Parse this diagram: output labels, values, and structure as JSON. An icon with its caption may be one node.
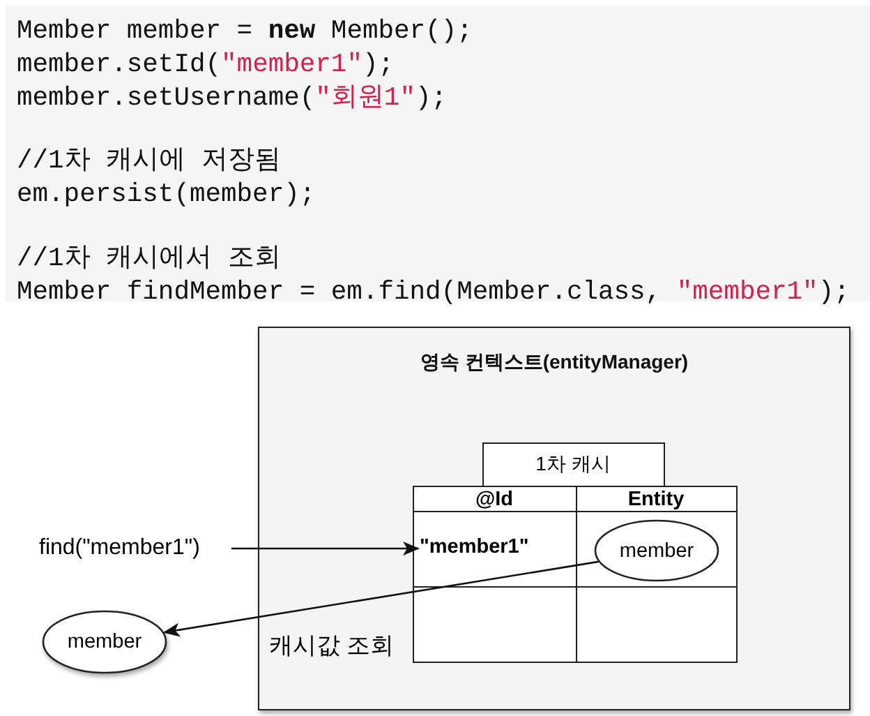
{
  "diagram": {
    "nodes": [
      {
        "text": [
          "영속 컨텍스트(entityManager)"
        ]
      },
      {
        "text": [
          "1차 캐시"
        ],
        "in": 0
      },
      {
        "text": [
          "@Id",
          "Entity"
        ],
        "in": 0
      },
      {
        "text": [
          "\"member1\""
        ],
        "in": 2
      },
      {
        "text": [
          "member"
        ],
        "in": 2
      },
      {
        "text": [
          "find(\"member1\")"
        ]
      },
      {
        "text": [
          "member"
        ]
      }
    ],
    "edges": [
      {
        "from": 5,
        "to": 3,
        "arrow": "to"
      },
      {
        "from": 4,
        "to": 6,
        "arrow": "to",
        "label": "캐시값 조회"
      }
    ],
    "labels": [
      "Member member = **new** Member();",
      "member.setId(\"member1\");",
      "member.setUsername(\"회원1\");",
      "//1차 캐시에 저장됨",
      "em.persist(member);",
      "//1차 캐시에서 조회",
      "Member findMember = em.find(Member.class, \"member1\");"
    ]
  }
}
